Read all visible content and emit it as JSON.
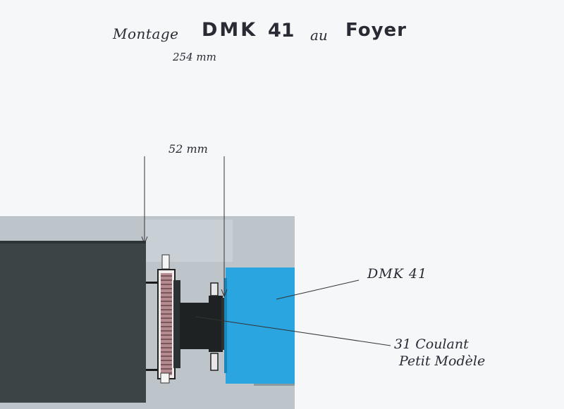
{
  "title": {
    "part1": "Montage",
    "part2": "DMK",
    "part3": "41",
    "part4": "au",
    "part5": "Foyer"
  },
  "subtitle": "254 mm",
  "dimension_label": "52 mm",
  "labels": {
    "camera": "DMK 41",
    "adapter_line1": "31 Coulant",
    "adapter_line2": "Petit Modèle"
  },
  "colors": {
    "background": "#f6f7f9",
    "panel": "#bdc5cb",
    "telescope_body": "#3c4545",
    "camera_body": "#2aa5df",
    "focuser_ring": "#b58a90",
    "adapter": "#1e2222",
    "ink": "#2a2a35"
  }
}
